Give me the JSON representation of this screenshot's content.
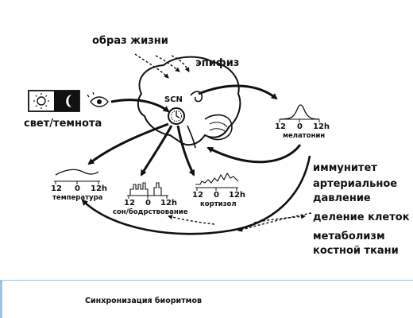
{
  "labels": {
    "lifestyle": "образ жизни",
    "epiphysis": "эпифиз",
    "light_dark": "свет/темнота",
    "scn": "SCN",
    "melatonin": "мелатонин",
    "temperature": "температура",
    "sleep_wake": "сон/бодрствование",
    "cortisol": "кортизол",
    "immunity": "иммунитет",
    "blood_pressure_1": "артериальное",
    "blood_pressure_2": "давление",
    "cell_division": "деление клеток",
    "bone_metabolism_1": "метаболизм",
    "bone_metabolism_2": "костной ткани"
  },
  "time_axis": {
    "t1": "12",
    "t2": "0",
    "t3": "12h"
  },
  "caption": "Синхронизация биоритмов"
}
